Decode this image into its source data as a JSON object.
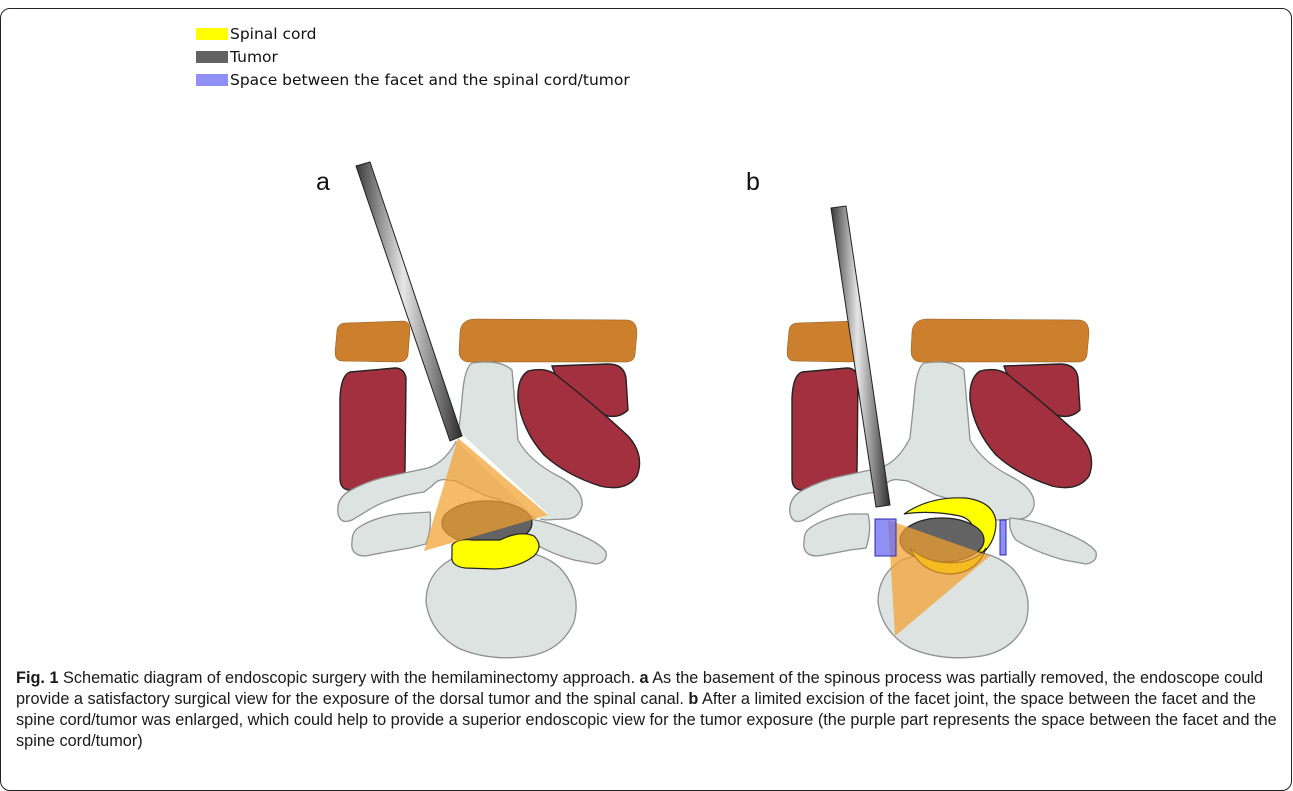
{
  "legend": {
    "items": [
      {
        "label": "Spinal cord",
        "color": "#ffff00"
      },
      {
        "label": "Tumor",
        "color": "#636363"
      },
      {
        "label": "Space between the facet and the spinal cord/tumor",
        "color": "#8f8ff5"
      }
    ]
  },
  "panels": {
    "a": {
      "letter": "a"
    },
    "b": {
      "letter": "b"
    }
  },
  "colors": {
    "fat": "#cc7f2c",
    "muscle": "#a3303f",
    "bone": "#dde3e1",
    "bone_stroke": "#8d918f",
    "cord": "#ffff00",
    "tumor": "#636363",
    "view_cone": "#f2a12e",
    "space": "#6b6bf0"
  },
  "caption": {
    "fig_label": "Fig. 1",
    "intro": " Schematic diagram of endoscopic surgery with the hemilaminectomy approach. ",
    "a_label": "a",
    "a_text": " As the basement of the spinous process was partially removed, the endoscope could provide a satisfactory surgical view for the exposure of the dorsal tumor and the spinal canal. ",
    "b_label": "b",
    "b_text": " After a limited excision of the facet joint, the space between the facet and the spine cord/tumor was enlarged, which could help to provide a superior endoscopic view for the tumor exposure (the purple part represents the space between the facet and the spine cord/tumor)"
  }
}
